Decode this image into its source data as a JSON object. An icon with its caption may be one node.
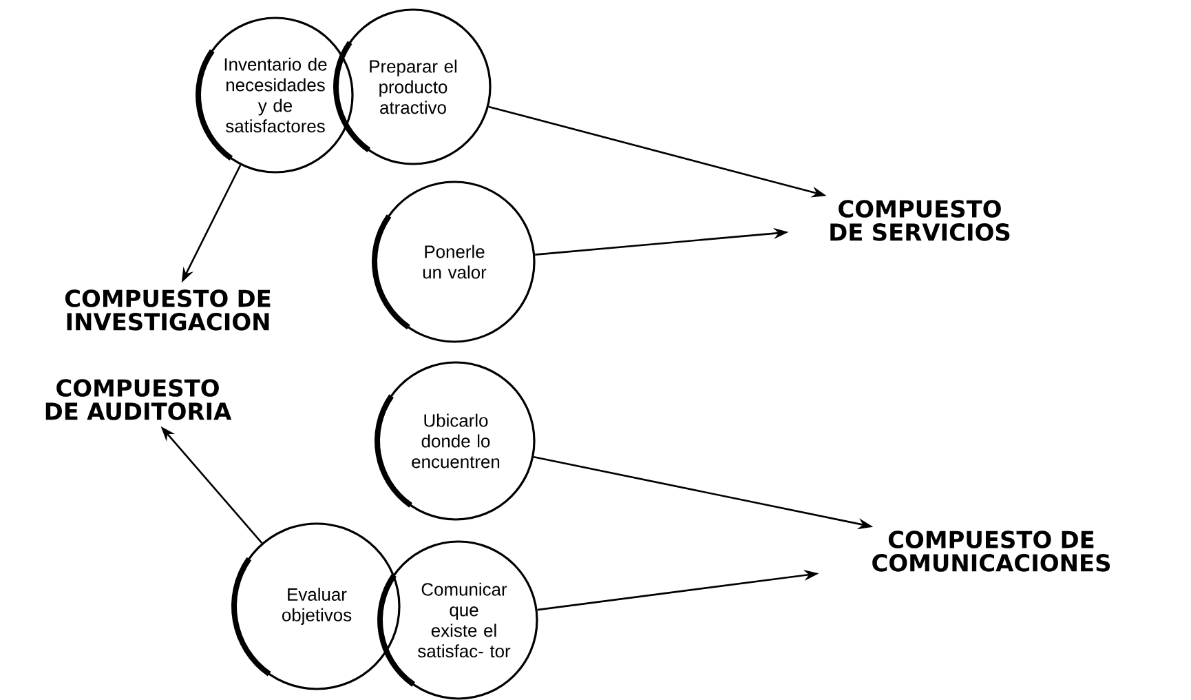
{
  "diagram": {
    "nodes": [
      {
        "text": [
          "Inventario de necesidades y de satisfactores"
        ]
      },
      {
        "text": [
          "Preparar el producto atractivo"
        ]
      },
      {
        "text": [
          "Ponerle un valor"
        ]
      },
      {
        "text": [
          "Ubicarlo donde lo encuentren"
        ]
      },
      {
        "text": [
          "Evaluar objetivos"
        ]
      },
      {
        "text": [
          "Comunicar que existe el satisfac- tor"
        ]
      },
      {
        "text": [
          "COMPUESTO DE SERVICIOS"
        ]
      },
      {
        "text": [
          "COMPUESTO DE INVESTIGACION"
        ]
      },
      {
        "text": [
          "COMPUESTO DE AUDITORIA"
        ]
      },
      {
        "text": [
          "COMPUESTO DE COMUNICACIONES"
        ]
      }
    ],
    "edges": [
      {
        "from": 0,
        "to": 7,
        "arrow": "to"
      },
      {
        "from": 1,
        "to": 6,
        "arrow": "to"
      },
      {
        "from": 2,
        "to": 6,
        "arrow": "to"
      },
      {
        "from": 3,
        "to": 9,
        "arrow": "to"
      },
      {
        "from": 5,
        "to": 9,
        "arrow": "to"
      },
      {
        "from": 4,
        "to": 8,
        "arrow": "to"
      }
    ]
  }
}
